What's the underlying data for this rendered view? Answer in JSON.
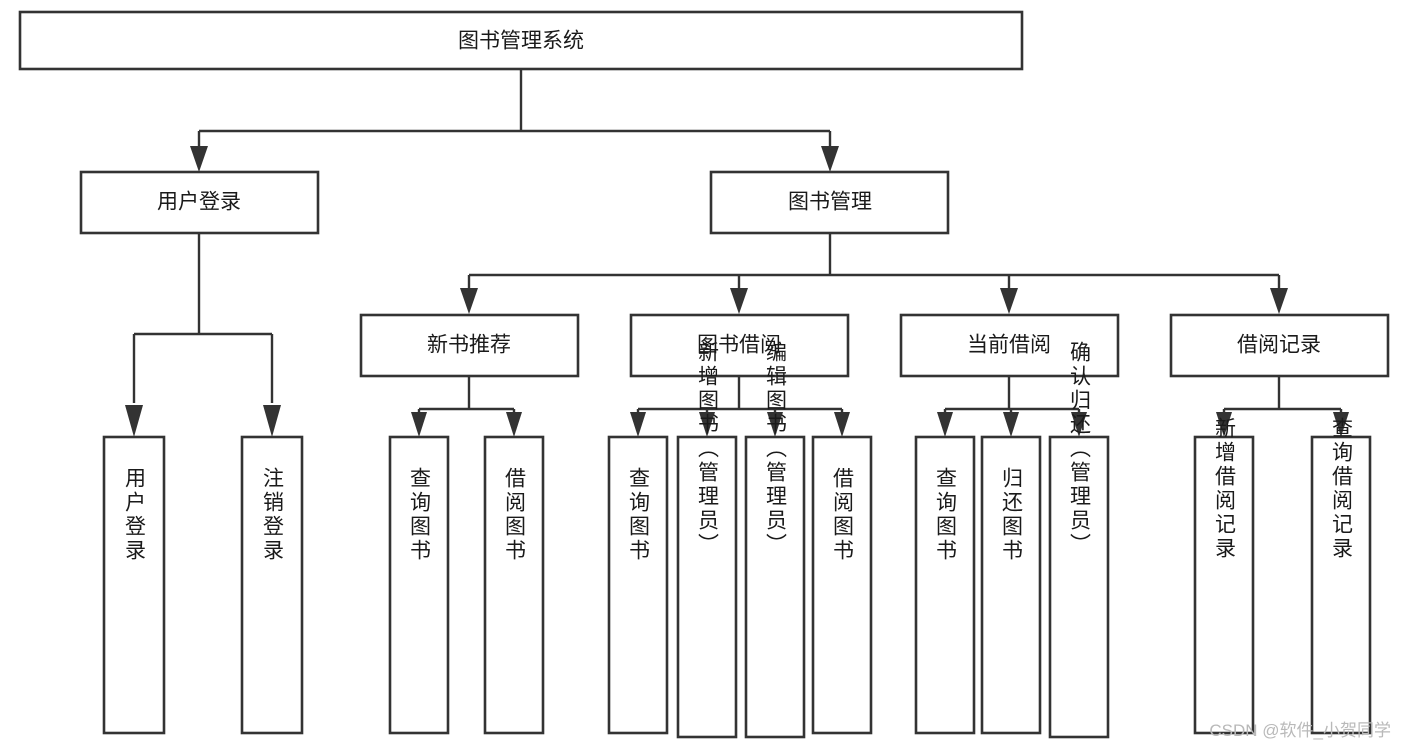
{
  "diagram": {
    "type": "tree-hierarchy-chart",
    "title": "图书管理系统",
    "orientation": "top-down",
    "colors": {
      "box_stroke": "#333333",
      "box_fill": "#ffffff",
      "connector": "#333333",
      "text": "#1a1a1a",
      "watermark": "#b9b9b9",
      "background": "#ffffff"
    },
    "levels": [
      {
        "level": 1,
        "nodes": [
          {
            "id": "root",
            "label": "图书管理系统",
            "orientation": "horizontal"
          }
        ]
      },
      {
        "level": 2,
        "nodes": [
          {
            "id": "login",
            "label": "用户登录",
            "orientation": "horizontal",
            "parent": "root"
          },
          {
            "id": "bookmgmt",
            "label": "图书管理",
            "orientation": "horizontal",
            "parent": "root"
          }
        ]
      },
      {
        "level": 3,
        "nodes": [
          {
            "id": "newbook",
            "label": "新书推荐",
            "orientation": "horizontal",
            "parent": "bookmgmt"
          },
          {
            "id": "borrow",
            "label": "图书借阅",
            "orientation": "horizontal",
            "parent": "bookmgmt"
          },
          {
            "id": "current",
            "label": "当前借阅",
            "orientation": "horizontal",
            "parent": "bookmgmt"
          },
          {
            "id": "records",
            "label": "借阅记录",
            "orientation": "horizontal",
            "parent": "bookmgmt"
          }
        ]
      },
      {
        "level": 4,
        "nodes": [
          {
            "id": "leaf-user-login",
            "label": "用户登录",
            "orientation": "vertical",
            "parent": "login"
          },
          {
            "id": "leaf-user-logout",
            "label": "注销登录",
            "orientation": "vertical",
            "parent": "login"
          },
          {
            "id": "leaf-query-book-1",
            "label": "查询图书",
            "orientation": "vertical",
            "parent": "newbook"
          },
          {
            "id": "leaf-borrow-book-1",
            "label": "借阅图书",
            "orientation": "vertical",
            "parent": "newbook"
          },
          {
            "id": "leaf-query-book-2",
            "label": "查询图书",
            "orientation": "vertical",
            "parent": "borrow"
          },
          {
            "id": "leaf-add-book",
            "label": "新增图书（管理员）",
            "orientation": "vertical",
            "parent": "borrow"
          },
          {
            "id": "leaf-edit-book",
            "label": "编辑图书（管理员）",
            "orientation": "vertical",
            "parent": "borrow"
          },
          {
            "id": "leaf-borrow-book-2",
            "label": "借阅图书",
            "orientation": "vertical",
            "parent": "borrow"
          },
          {
            "id": "leaf-query-book-3",
            "label": "查询图书",
            "orientation": "vertical",
            "parent": "current"
          },
          {
            "id": "leaf-return-book",
            "label": "归还图书",
            "orientation": "vertical",
            "parent": "current"
          },
          {
            "id": "leaf-confirm-return",
            "label": "确认归还（管理员）",
            "orientation": "vertical",
            "parent": "current"
          },
          {
            "id": "leaf-add-record",
            "label": "新增借阅记录",
            "orientation": "vertical",
            "parent": "records"
          },
          {
            "id": "leaf-query-record",
            "label": "查询借阅记录",
            "orientation": "vertical",
            "parent": "records"
          }
        ]
      }
    ]
  },
  "watermark": {
    "text": "CSDN @软件_小贺同学"
  }
}
